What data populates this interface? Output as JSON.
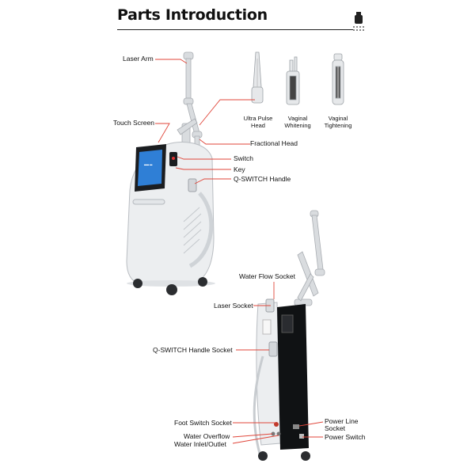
{
  "title": "Parts Introduction",
  "front_labels": {
    "laser_arm": "Laser Arm",
    "touch_screen": "Touch Screen",
    "fractional_head": "Fractional Head",
    "switch": "Switch",
    "key": "Key",
    "qswitch_handle": "Q-SWITCH Handle"
  },
  "accessories": {
    "ultra_pulse_head": [
      "Ultra Pulse",
      "Head"
    ],
    "vaginal_whitening": [
      "Vaginal",
      "Whitening"
    ],
    "vaginal_tightening": [
      "Vaginal",
      "Tightening"
    ]
  },
  "back_labels": {
    "water_flow_socket": "Water Flow Socket",
    "laser_socket": "Laser Socket",
    "qswitch_handle_socket": "Q-SWITCH Handle Socket",
    "foot_switch_socket": "Foot Switch Socket",
    "water_overflow": "Water Overflow",
    "water_inlet_outlet": "Water Inlet/Outlet",
    "power_line_socket": [
      "Power Line",
      "Socket"
    ],
    "power_switch": "Power Switch"
  },
  "colors": {
    "leader_line": "#e0463a",
    "machine_body": "#eceef0",
    "screen_bezel": "#1b1d20",
    "screen_display": "#2f7fd6",
    "back_panel": "#101214"
  }
}
